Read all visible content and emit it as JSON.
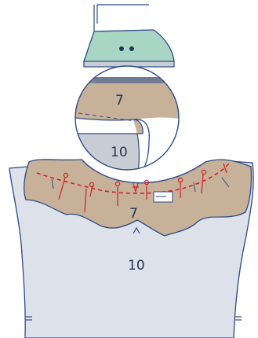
{
  "labels": {
    "collar_piece": "7",
    "bodice_piece": "10"
  },
  "colors": {
    "outline": "#2d4a86",
    "collar_fill": "#c7b299",
    "bodice_fill": "#dde1ea",
    "iron_fill": "#a9d6c4",
    "pin_red": "#d0202a",
    "dashed_stitch": "#d0202a",
    "background": "#ffffff"
  },
  "icons": {
    "iron": "iron-icon",
    "magnifier": "magnifier-circle",
    "pins": "pin-icon",
    "notch": "notch-mark",
    "grainline": "balance-mark"
  }
}
